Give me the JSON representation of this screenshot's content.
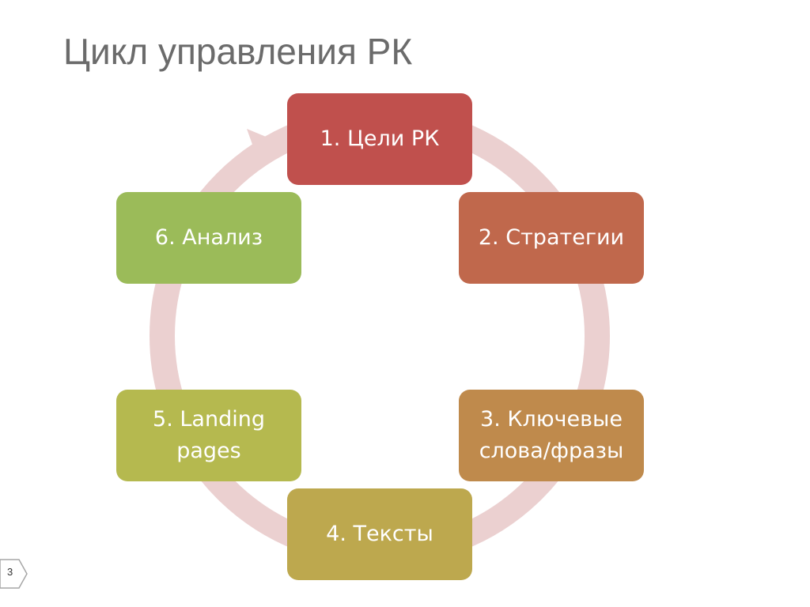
{
  "slide": {
    "title": "Цикл управления РК",
    "page_number": "3"
  },
  "cycle": {
    "ring_color": "#ebd0d0",
    "nodes": [
      {
        "label": "1. Цели РК",
        "color": "#c0504d"
      },
      {
        "label": "2. Стратегии",
        "color": "#c0684c"
      },
      {
        "label": "3. Ключевые слова/фразы",
        "color": "#bf8a4c"
      },
      {
        "label": "4. Тексты",
        "color": "#bda84e"
      },
      {
        "label": "5. Landing pages",
        "color": "#b5b94f"
      },
      {
        "label": "6. Анализ",
        "color": "#9bbb59"
      }
    ]
  }
}
